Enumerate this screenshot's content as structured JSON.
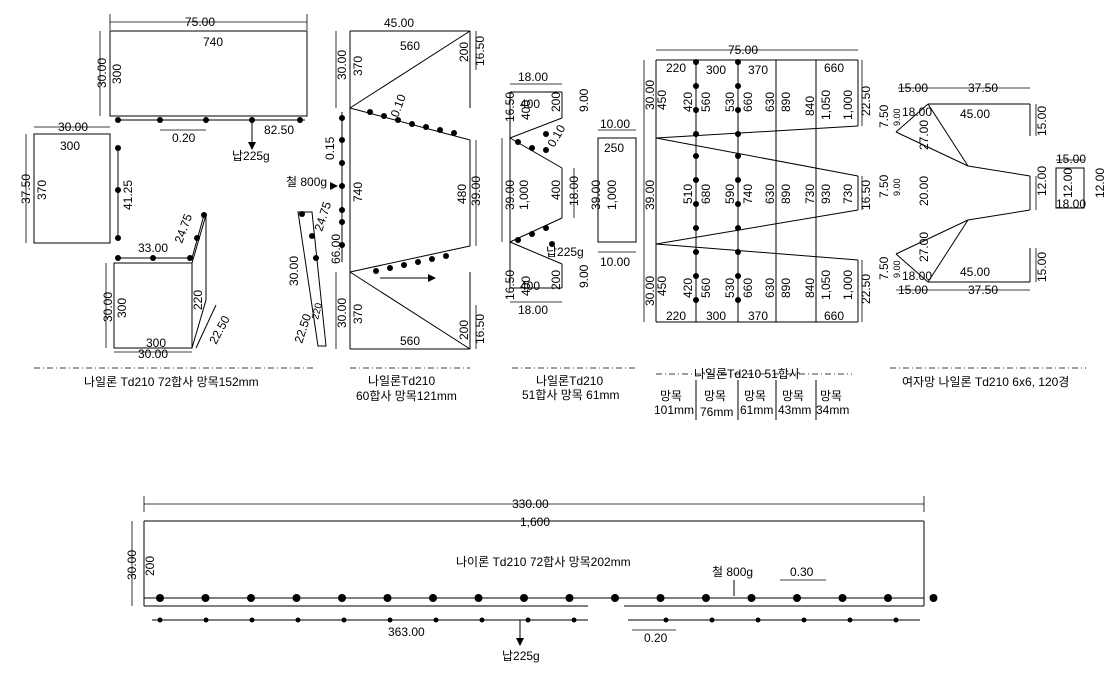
{
  "labels": {
    "p1": "나일론 Td210 72합사 망목152mm",
    "p2a": "나일론Td210",
    "p2b": "60합사 망목121mm",
    "p3a": "나일론Td210",
    "p3b": "51합사 망목 61mm",
    "p4": "나일론Td210  51합사",
    "p5": "여자망 나일론 Td210 6x6, 120경",
    "bottom": "나이론 Td210 72합사 망목202mm",
    "mesh": [
      "망목",
      "망목",
      "망목",
      "망목",
      "망목"
    ],
    "meshSize": [
      "101mm",
      "76mm",
      "61mm",
      "43mm",
      "34mm"
    ]
  },
  "weights": {
    "lead": "납225g",
    "iron": "철 800g"
  },
  "dims": {
    "d7500": "75.00",
    "d740": "740",
    "d3000": "30.00",
    "d300": "300",
    "d020": "0.20",
    "d8250": "82.50",
    "d3750": "37.50",
    "d370": "370",
    "d4125": "41.25",
    "d3300": "33.00",
    "d2475": "24.75",
    "d220": "220",
    "d2250": "22.50",
    "d4500": "45.00",
    "d560": "560",
    "d1650": "16.50",
    "d200": "200",
    "d010": "0.10",
    "d015": "0.15",
    "d6600": "66.00",
    "d480": "480",
    "d3900": "39.00",
    "d1800": "18.00",
    "d400": "400",
    "d900": "9.00",
    "d1000s": "1,000",
    "d1000": "10.00",
    "d250": "250",
    "d450": "450",
    "d420": "420",
    "d530": "530",
    "d660": "660",
    "d630": "630",
    "d890": "890",
    "d840": "840",
    "d1050": "1,050",
    "d510": "510",
    "d680": "680",
    "d590": "590",
    "d930": "930",
    "d730": "730",
    "d1500": "15.00",
    "d750": "7.50",
    "d2700": "27.00",
    "d2000": "20.00",
    "d1200": "12.00",
    "d33000": "330.00",
    "d1600": "1,600",
    "d030": "0.30",
    "d36300": "363.00"
  }
}
